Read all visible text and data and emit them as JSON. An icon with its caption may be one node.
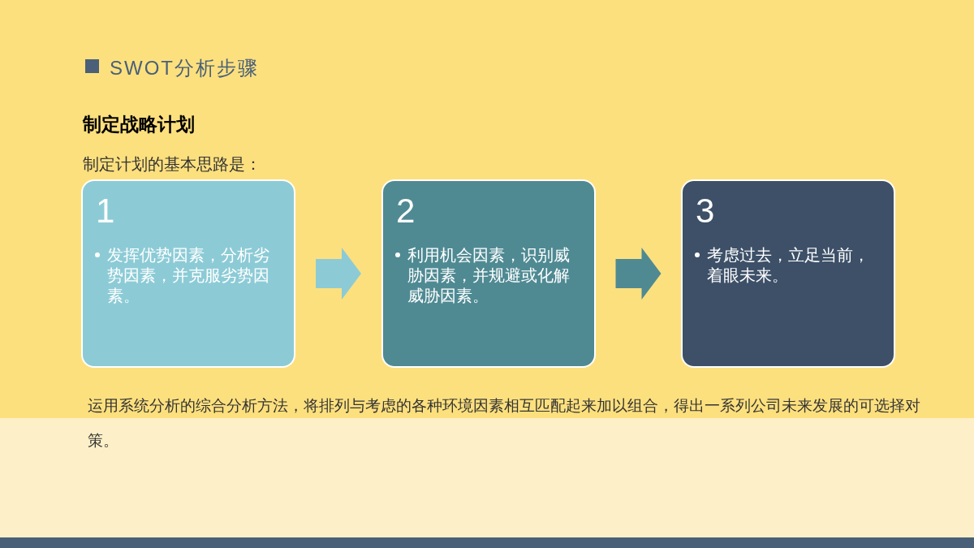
{
  "diagram": {
    "title": "SWOT分析步骤",
    "nodes": [
      {
        "text": [
          "1",
          "发挥优势因素，分析劣势因素，并克服劣势因素。"
        ]
      },
      {
        "text": [
          "2",
          "利用机会因素，识别威胁因素，并规避或化解威胁因素。"
        ]
      },
      {
        "text": [
          "3",
          "考虑过去，立足当前，着眼未来。"
        ]
      }
    ],
    "edges": [
      {
        "from": 0,
        "to": 1,
        "arrow": "to",
        "style": "thick",
        "color": "#8ccbd6"
      },
      {
        "from": 1,
        "to": 2,
        "arrow": "to",
        "style": "thick",
        "color": "#4f8a93"
      }
    ],
    "labels": [
      "制定战略计划",
      "制定计划的基本思路是：",
      "运用系统分析的综合分析方法，将排列与考虑的各种环境因素相互匹配起来加以组合，得出一系列公司未来发展的可选择对策。"
    ]
  }
}
